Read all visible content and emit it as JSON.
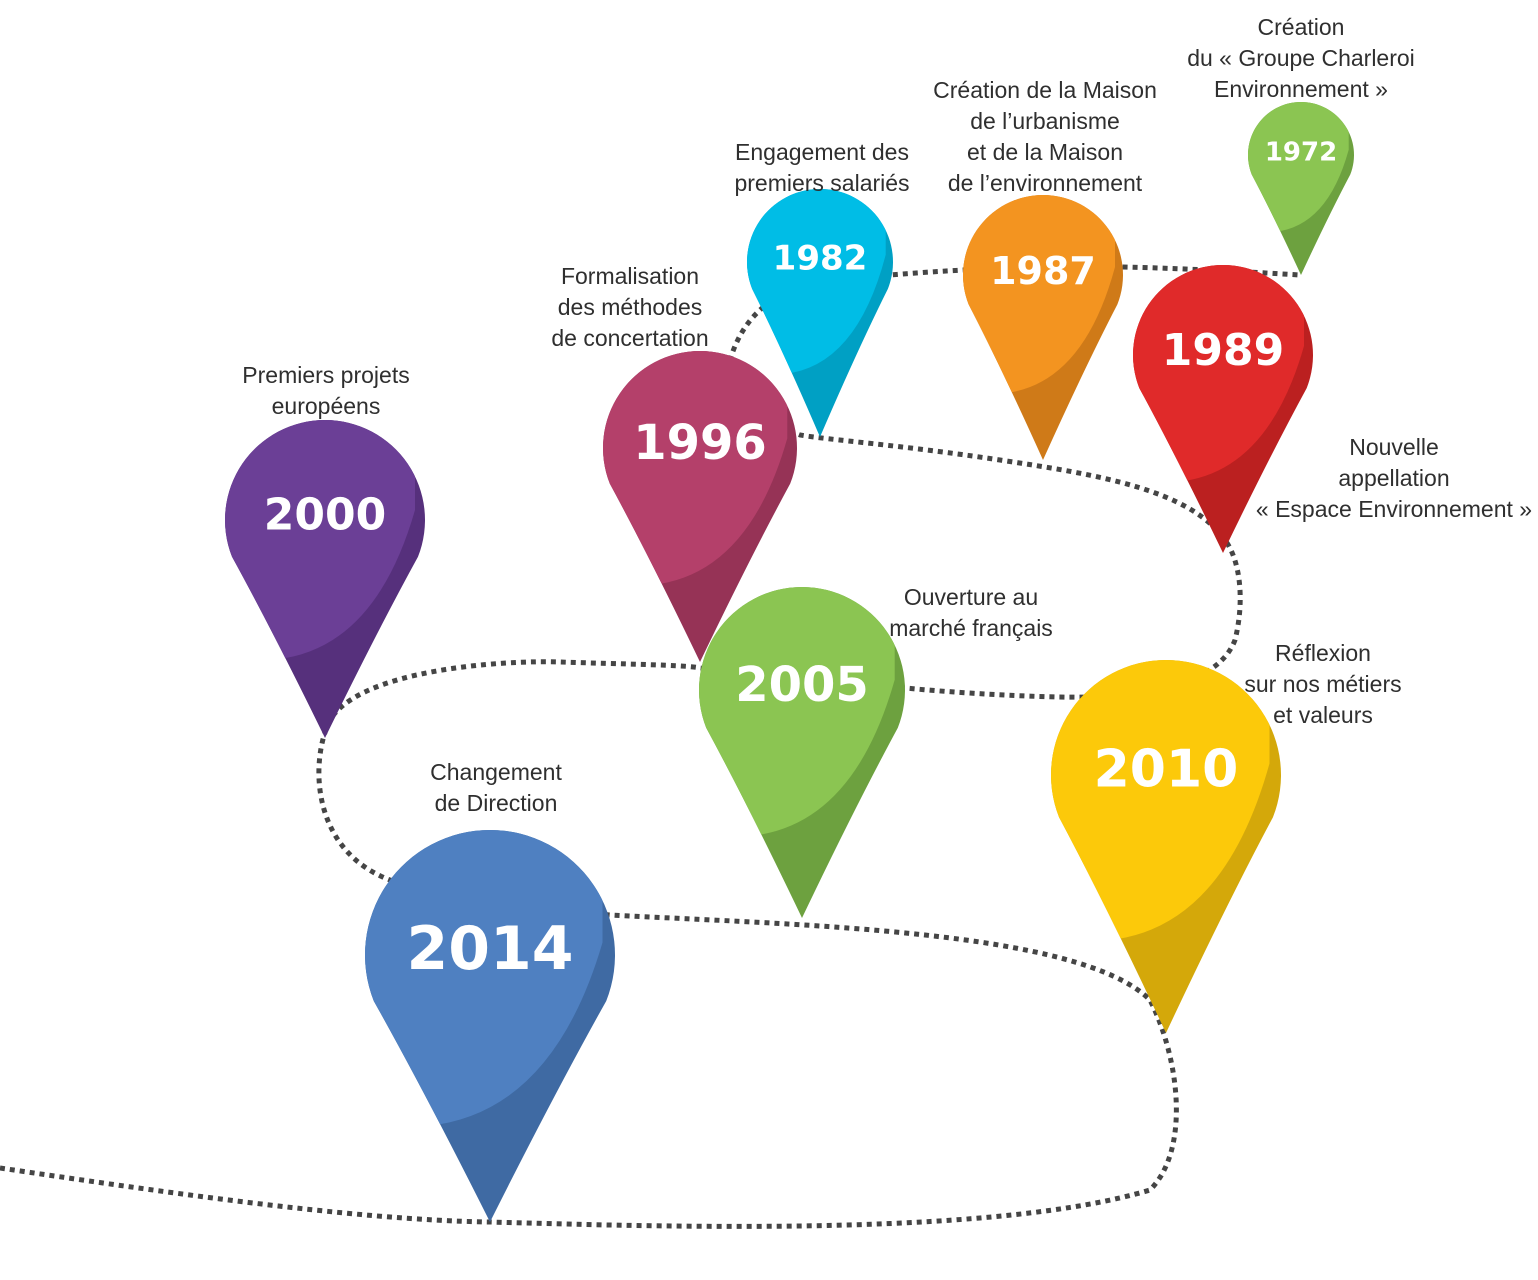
{
  "milestones": [
    {
      "year": "1972",
      "color": "#8bc552",
      "dark": "#6da13f",
      "label": [
        "Création",
        "du « Groupe Charleroi",
        "Environnement »"
      ]
    },
    {
      "year": "1982",
      "color": "#00bde6",
      "dark": "#00a0c4",
      "label": [
        "Engagement des",
        "premiers salariés"
      ]
    },
    {
      "year": "1987",
      "color": "#f39420",
      "dark": "#cf7a18",
      "label": [
        "Création de la Maison",
        "de l’urbanisme",
        "et de la Maison",
        "de l’environnement"
      ]
    },
    {
      "year": "1989",
      "color": "#e02a2a",
      "dark": "#bb2020",
      "label": [
        "Nouvelle",
        "appellation",
        "« Espace Environnement »"
      ]
    },
    {
      "year": "2000",
      "color": "#6b3f96",
      "dark": "#56307c",
      "label": [
        "Premiers projets",
        "européens"
      ]
    },
    {
      "year": "1996",
      "color": "#b4406a",
      "dark": "#963356",
      "label": [
        "Formalisation",
        "des méthodes",
        "de concertation"
      ]
    },
    {
      "year": "2005",
      "color": "#8bc552",
      "dark": "#6da13f",
      "label": [
        "Ouverture au",
        "marché français"
      ]
    },
    {
      "year": "2010",
      "color": "#fcc90a",
      "dark": "#d4a80a",
      "label": [
        "Réflexion",
        "sur nos métiers",
        "et valeurs"
      ]
    },
    {
      "year": "2014",
      "color": "#4f80c1",
      "dark": "#3f6aa3",
      "label": [
        "Changement",
        "de Direction"
      ]
    }
  ]
}
